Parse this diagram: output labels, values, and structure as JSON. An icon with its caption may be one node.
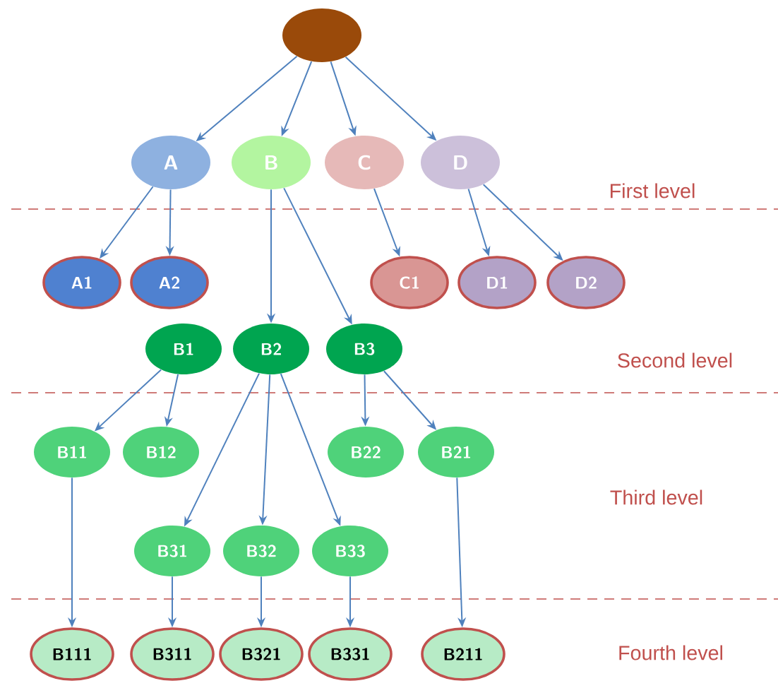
{
  "diagram": {
    "nodes": [
      {
        "text": [],
        "shape": "circle"
      },
      {
        "text": [
          "A"
        ]
      },
      {
        "text": [
          "B"
        ]
      },
      {
        "text": [
          "C"
        ]
      },
      {
        "text": [
          "D"
        ]
      },
      {
        "text": [
          "A1"
        ]
      },
      {
        "text": [
          "A2"
        ]
      },
      {
        "text": [
          "C1"
        ]
      },
      {
        "text": [
          "D1"
        ]
      },
      {
        "text": [
          "D2"
        ]
      },
      {
        "text": [
          "B1"
        ]
      },
      {
        "text": [
          "B2"
        ]
      },
      {
        "text": [
          "B3"
        ]
      },
      {
        "text": [
          "B11"
        ]
      },
      {
        "text": [
          "B12"
        ]
      },
      {
        "text": [
          "B22"
        ]
      },
      {
        "text": [
          "B21"
        ]
      },
      {
        "text": [
          "B31"
        ]
      },
      {
        "text": [
          "B32"
        ]
      },
      {
        "text": [
          "B33"
        ]
      },
      {
        "text": [
          "B111"
        ]
      },
      {
        "text": [
          "B311"
        ]
      },
      {
        "text": [
          "B321"
        ]
      },
      {
        "text": [
          "B331"
        ]
      },
      {
        "text": [
          "B211"
        ]
      }
    ],
    "edges": [
      {
        "from": 0,
        "to": 1,
        "arrow": "to"
      },
      {
        "from": 0,
        "to": 2,
        "arrow": "to"
      },
      {
        "from": 0,
        "to": 3,
        "arrow": "to"
      },
      {
        "from": 0,
        "to": 4,
        "arrow": "to"
      },
      {
        "from": 1,
        "to": 5,
        "arrow": "to"
      },
      {
        "from": 1,
        "to": 6,
        "arrow": "to"
      },
      {
        "from": 2,
        "to": 11,
        "arrow": "to"
      },
      {
        "from": 2,
        "to": 12,
        "arrow": "to"
      },
      {
        "from": 3,
        "to": 7,
        "arrow": "to"
      },
      {
        "from": 4,
        "to": 8,
        "arrow": "to"
      },
      {
        "from": 4,
        "to": 9,
        "arrow": "to"
      },
      {
        "from": 10,
        "to": 13,
        "arrow": "to"
      },
      {
        "from": 10,
        "to": 14,
        "arrow": "to"
      },
      {
        "from": 11,
        "to": 17,
        "arrow": "to"
      },
      {
        "from": 11,
        "to": 18,
        "arrow": "to"
      },
      {
        "from": 11,
        "to": 19,
        "arrow": "to"
      },
      {
        "from": 12,
        "to": 15,
        "arrow": "to"
      },
      {
        "from": 12,
        "to": 16,
        "arrow": "to"
      },
      {
        "from": 13,
        "to": 20,
        "arrow": "to"
      },
      {
        "from": 17,
        "to": 21,
        "arrow": "to"
      },
      {
        "from": 18,
        "to": 22,
        "arrow": "to"
      },
      {
        "from": 19,
        "to": 23,
        "arrow": "to"
      },
      {
        "from": 16,
        "to": 24,
        "arrow": "to"
      }
    ],
    "labels": [
      "First level",
      "Second level",
      "Third level",
      "Fourth level"
    ]
  }
}
